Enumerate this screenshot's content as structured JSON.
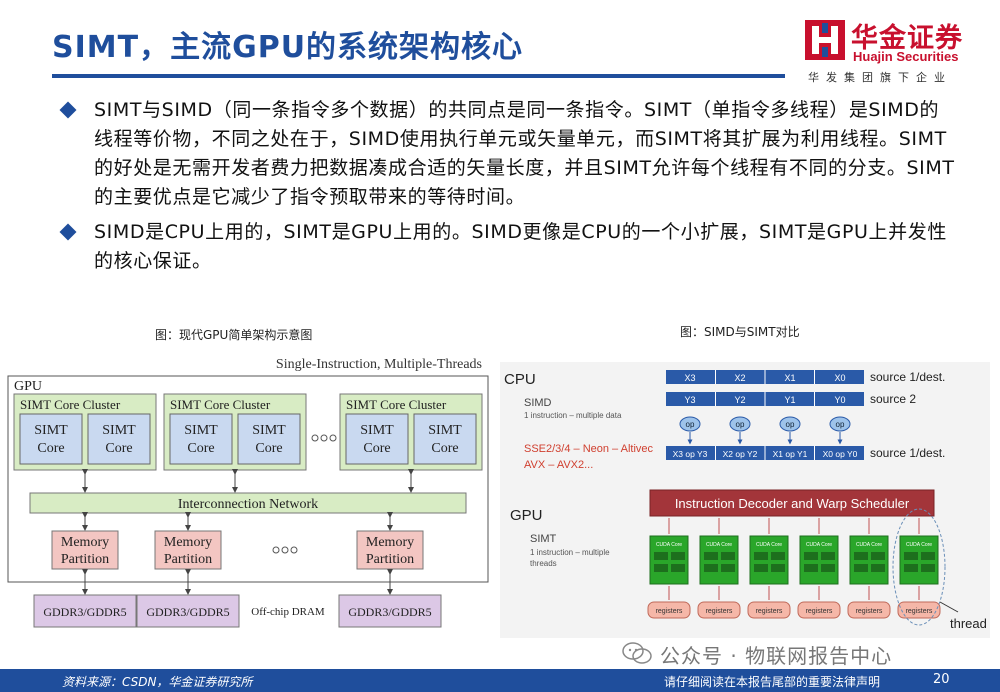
{
  "header": {
    "title": "SIMT，主流GPU的系统架构核心",
    "logo_cn": "华金证券",
    "logo_en": "Huajin Securities",
    "logo_sub": "华发集团旗下企业"
  },
  "bullets": [
    "SIMT与SIMD（同一条指令多个数据）的共同点是同一条指令。SIMT（单指令多线程）是SIMD的线程等价物，不同之处在于，SIMD使用执行单元或矢量单元，而SIMT将其扩展为利用线程。SIMT的好处是无需开发者费力把数据凑成合适的矢量长度，并且SIMT允许每个线程有不同的分支。SIMT的主要优点是它减少了指令预取带来的等待时间。",
    "SIMD是CPU上用的，SIMT是GPU上用的。SIMD更像是CPU的一个小扩展，SIMT是GPU上并发性的核心保证。"
  ],
  "figure_left": {
    "caption": "图：现代GPU简单架构示意图",
    "banner": "Single-Instruction, Multiple-Threads",
    "gpu_label": "GPU",
    "cluster_label": "SIMT Core Cluster",
    "core_label_1": "SIMT",
    "core_label_2": "Core",
    "interconnect": "Interconnection Network",
    "memory_1": "Memory",
    "memory_2": "Partition",
    "dram": "GDDR3/GDDR5",
    "offchip": "Off-chip DRAM"
  },
  "figure_right": {
    "caption": "图：SIMD与SIMT对比",
    "cpu_label": "CPU",
    "simd_label": "SIMD",
    "simd_desc": "1 instruction – multiple data",
    "x_cells": [
      "X3",
      "X2",
      "X1",
      "X0"
    ],
    "y_cells": [
      "Y3",
      "Y2",
      "Y1",
      "Y0"
    ],
    "op": "op",
    "result_cells": [
      "X3 op Y3",
      "X2 op Y2",
      "X1 op Y1",
      "X0 op Y0"
    ],
    "src1": "source 1/dest.",
    "src2": "source 2",
    "src_dest": "source 1/dest.",
    "ext_line1": "SSE2/3/4 – Neon – Altivec",
    "ext_line2": "AVX – AVX2...",
    "gpu_label": "GPU",
    "simt_label": "SIMT",
    "simt_desc_1": "1 instruction – multiple",
    "simt_desc_2": "threads",
    "decoder": "Instruction Decoder and Warp Scheduler",
    "cuda_core": "CUDA Core",
    "registers": "registers",
    "thread": "thread"
  },
  "watermark": "公众号 · 物联网报告中心",
  "footer": {
    "source": "资料来源：CSDN，华金证券研究所",
    "disclaimer": "请仔细阅读在本报告尾部的重要法律声明",
    "page": "20"
  },
  "colors": {
    "primary": "#1f4e9c",
    "brand_red": "#c8102e",
    "cluster_green": "#d8ecc4",
    "core_blue": "#c9d9f0",
    "memory_pink": "#f3c6c2",
    "dram_purple": "#dcc8e6",
    "cuda_green": "#2aa62a",
    "decoder_red": "#a3353a"
  }
}
